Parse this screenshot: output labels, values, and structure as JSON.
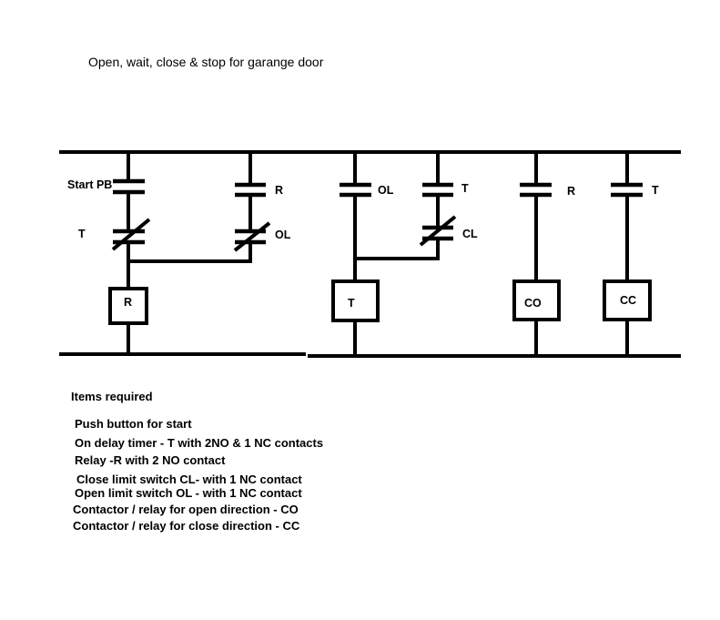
{
  "title": "Open, wait,  close & stop  for garange door",
  "contacts": {
    "start_pb": "Start PB",
    "r_no_1": "R",
    "t_nc_1": "T",
    "ol_nc_1": "OL",
    "ol_no": "OL",
    "t_no_1": "T",
    "cl_nc": "CL",
    "r_no_2": "R",
    "t_no_2": "T"
  },
  "coils": {
    "r": "R",
    "t": "T",
    "co": "CO",
    "cc": "CC"
  },
  "items": {
    "heading": "Items required",
    "list": [
      "Push button for start",
      "On delay timer - T  with 2NO & 1 NC contacts",
      "Relay -R with 2 NO  contact",
      "Close limit switch CL- with 1 NC  contact",
      "Open limit switch OL - with 1 NC contact",
      "Contactor / relay for open direction - CO",
      "Contactor / relay for close direction - CC"
    ]
  }
}
